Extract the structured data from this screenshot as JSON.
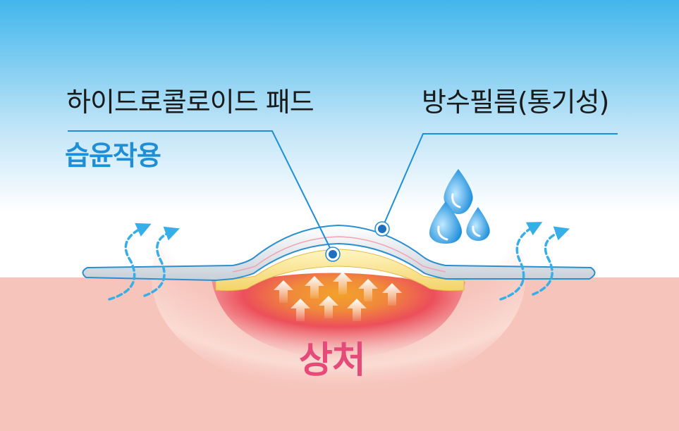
{
  "labels": {
    "hydrocolloid_pad": "하이드로콜로이드 패드",
    "waterproof_film": "방수필름(통기성)",
    "moist_action": "습윤작용",
    "wound": "상처"
  },
  "colors": {
    "sky_top": "#42b6ec",
    "sky_bottom": "#ffffff",
    "skin": "#f6c4bb",
    "wound_core": "#f0a020",
    "wound_red": "#e83a4a",
    "accent_blue": "#1e8fd6",
    "wound_text": "#e64a79"
  },
  "icons": {
    "arrows_up": "arrow-up-icon",
    "vent_arrows": "curved-dashed-arrow-icon",
    "drops": "water-drop-icon"
  }
}
